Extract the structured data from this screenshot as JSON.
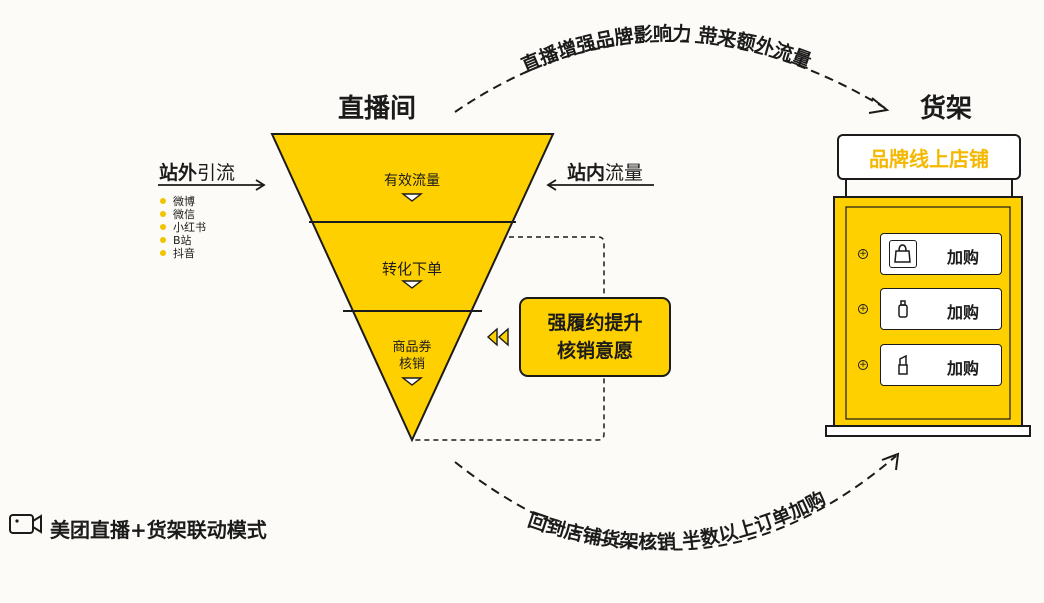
{
  "live_room_title": "直播间",
  "shelf_title": "货架",
  "top_arc_label": "直播增强品牌影响力 带来额外流量",
  "bottom_arc_label": "回到店铺货架核销 半数以上订单加购",
  "outside_traffic": {
    "bold": "站外",
    "rest": "引流",
    "items": [
      "微博",
      "微信",
      "小红书",
      "B站",
      "抖音"
    ]
  },
  "inside_traffic": {
    "bold": "站内",
    "rest": "流量"
  },
  "funnel": {
    "top": "有效流量",
    "middle": "转化下单",
    "bottom_line1": "商品券",
    "bottom_line2": "核销"
  },
  "promo_box": {
    "line1": "强履约提升",
    "line2": "核销意愿"
  },
  "store_sign": "品牌线上店铺",
  "shelf_slots": [
    {
      "icon": "shopping-bag-icon",
      "label": "加购"
    },
    {
      "icon": "bottle-icon",
      "label": "加购"
    },
    {
      "icon": "lipstick-icon",
      "label": "加购"
    }
  ],
  "footer": {
    "icon": "video-camera-icon",
    "text": "美团直播+货架联动模式"
  },
  "colors": {
    "accent": "#ffd000",
    "dark": "#1b1b1b",
    "background": "#fcfbf7"
  }
}
